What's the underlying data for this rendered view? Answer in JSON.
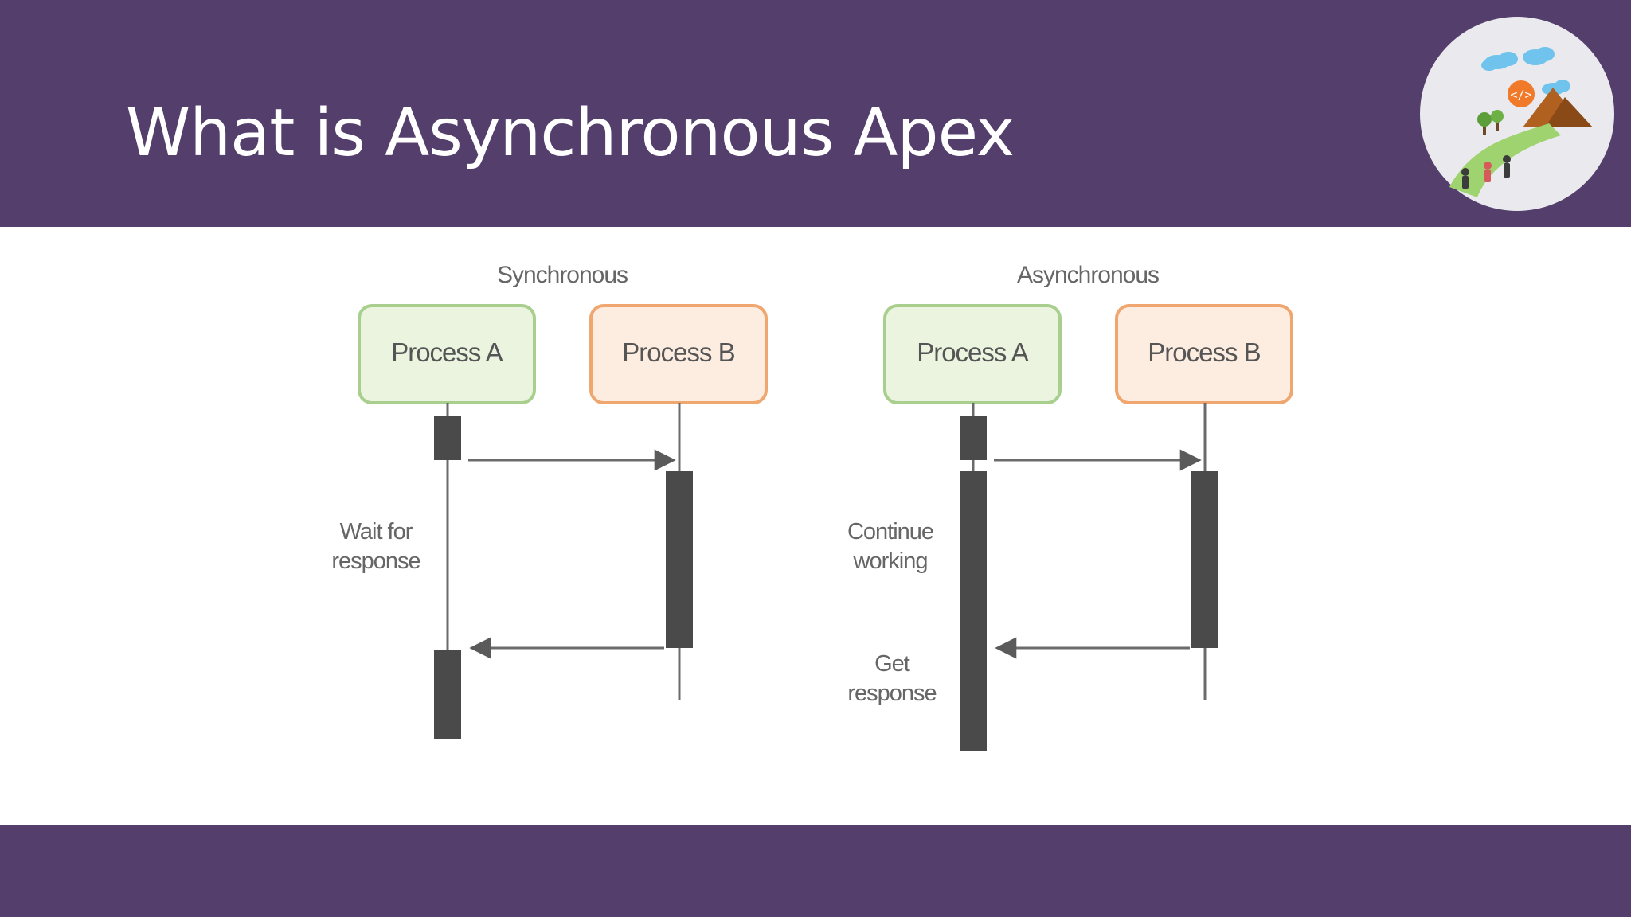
{
  "slide": {
    "title": "What is Asynchronous Apex",
    "colors": {
      "banner": "#533e6c",
      "title_text": "#ffffff",
      "process_a_fill": "#eaf4df",
      "process_a_border": "#a9cf8e",
      "process_b_fill": "#fdece0",
      "process_b_border": "#f0a66f",
      "activation": "#4a4a4a"
    },
    "logo": {
      "icon": "developer-trail-logo",
      "badge_text": "</>"
    }
  },
  "diagrams": {
    "sync": {
      "title": "Synchronous",
      "process_a": "Process A",
      "process_b": "Process B",
      "note_line1": "Wait for",
      "note_line2": "response"
    },
    "async": {
      "title": "Asynchronous",
      "process_a": "Process A",
      "process_b": "Process B",
      "note1_line1": "Continue",
      "note1_line2": "working",
      "note2_line1": "Get",
      "note2_line2": "response"
    }
  }
}
